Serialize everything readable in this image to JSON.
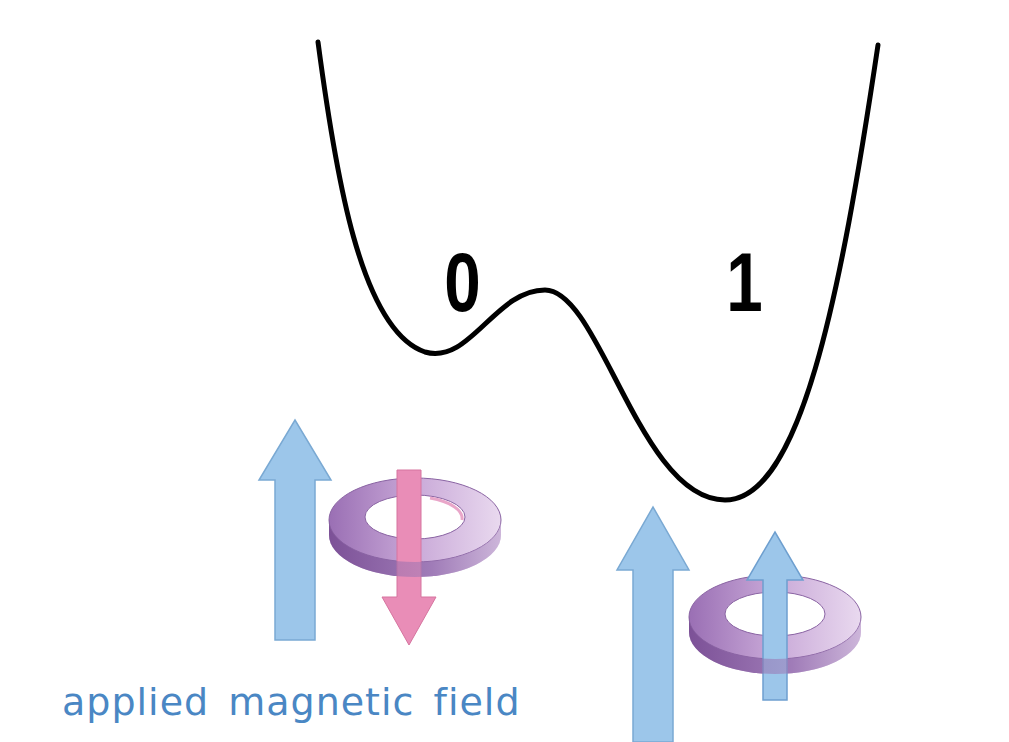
{
  "diagram": {
    "labels": [
      "0",
      "1",
      "applied magnetic field"
    ]
  }
}
